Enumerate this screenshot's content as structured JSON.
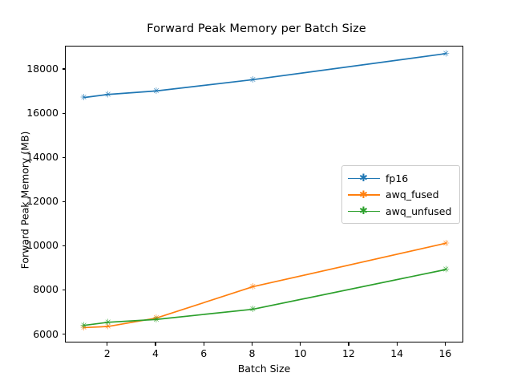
{
  "chart_data": {
    "type": "line",
    "title": "Forward Peak Memory per Batch Size",
    "xlabel": "Batch Size",
    "ylabel": "Forward Peak Memory (MB)",
    "x": [
      1,
      2,
      4,
      8,
      16
    ],
    "xlim": [
      0.25,
      16.75
    ],
    "ylim": [
      5620,
      19050
    ],
    "xticks": [
      2,
      4,
      6,
      8,
      10,
      12,
      14,
      16
    ],
    "xtick_labels": [
      "2",
      "4",
      "6",
      "8",
      "10",
      "12",
      "14",
      "16"
    ],
    "yticks": [
      6000,
      8000,
      10000,
      12000,
      14000,
      16000,
      18000
    ],
    "ytick_labels": [
      "6000",
      "8000",
      "10000",
      "12000",
      "14000",
      "16000",
      "18000"
    ],
    "grid": false,
    "legend_position": "center right",
    "marker": "star",
    "series": [
      {
        "name": "fp16",
        "color": "#1f77b4",
        "values": [
          16740,
          16880,
          17040,
          17550,
          18730
        ]
      },
      {
        "name": "awq_fused",
        "color": "#ff7f0e",
        "values": [
          6330,
          6380,
          6760,
          8180,
          10150
        ]
      },
      {
        "name": "awq_unfused",
        "color": "#2ca02c",
        "values": [
          6430,
          6570,
          6700,
          7160,
          8960
        ]
      }
    ]
  },
  "legend": {
    "entries": [
      {
        "label": "fp16",
        "marker": "star-marker-fp16"
      },
      {
        "label": "awq_fused",
        "marker": "star-marker-awq-fused"
      },
      {
        "label": "awq_unfused",
        "marker": "star-marker-awq-unfused"
      }
    ]
  }
}
